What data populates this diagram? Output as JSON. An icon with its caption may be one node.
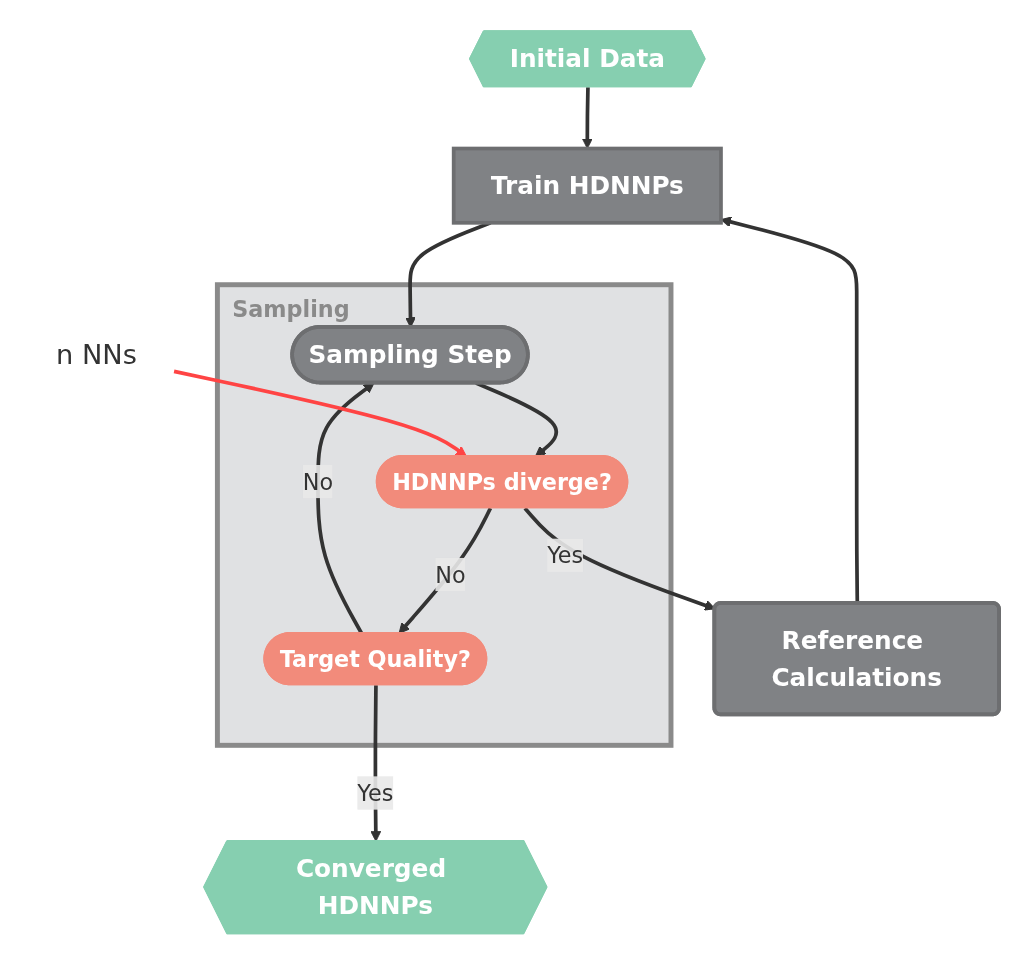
{
  "diagram": {
    "nodes": [
      {
        "text": [
          "Initial Data"
        ]
      },
      {
        "text": [
          "Train HDNNPs"
        ]
      },
      {
        "text": [
          "Sampling"
        ]
      },
      {
        "text": [
          "Sampling Step"
        ],
        "in": 2
      },
      {
        "text": [
          "HDNNPs diverge?"
        ],
        "in": 2
      },
      {
        "text": [
          "Target Quality?"
        ],
        "in": 2
      },
      {
        "text": [
          "Reference Calculations"
        ]
      },
      {
        "text": [
          "Converged HDNNPs"
        ]
      },
      {
        "text": [
          "n NNs"
        ]
      }
    ],
    "edges": [
      {
        "from": 0,
        "to": 1,
        "arrow": "to"
      },
      {
        "from": 1,
        "to": 3,
        "arrow": "to"
      },
      {
        "from": 3,
        "to": 4,
        "arrow": "to"
      },
      {
        "from": 4,
        "to": 5,
        "arrow": "to",
        "label": "No"
      },
      {
        "from": 5,
        "to": 3,
        "arrow": "to",
        "label": "No"
      },
      {
        "from": 4,
        "to": 6,
        "arrow": "to",
        "label": "Yes"
      },
      {
        "from": 5,
        "to": 7,
        "arrow": "to",
        "label": "Yes"
      },
      {
        "from": 6,
        "to": 1,
        "arrow": "to"
      },
      {
        "from": 8,
        "to": 4,
        "arrow": "to",
        "color": "#ff4444"
      }
    ]
  }
}
